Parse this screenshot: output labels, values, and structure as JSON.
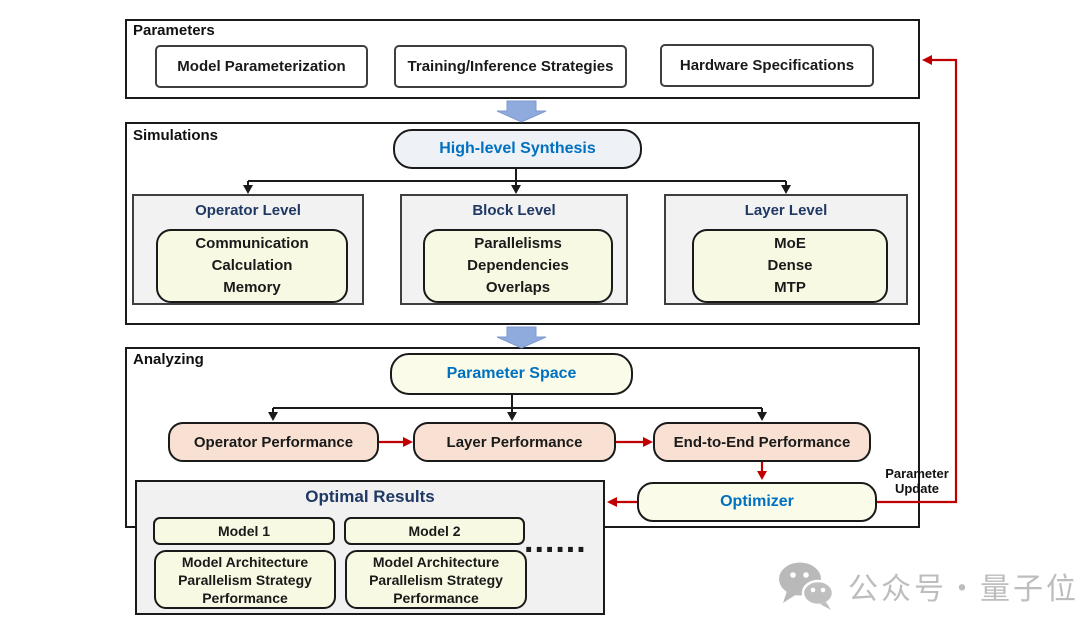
{
  "palette": {
    "accent_blue": "#0070C0",
    "navy_heading": "#1F3864",
    "arrow_red": "#C00000",
    "block_arrow_blue": "#8FAADC",
    "panel_gray": "#F2F2F2",
    "pale_yellow": "#F8F9E3",
    "pale_pink": "#F8E1D2",
    "synthesis_fill": "#EEF2F7",
    "watermark_gray": "#BDBDBD"
  },
  "parameters": {
    "title": "Parameters",
    "boxes": [
      "Model Parameterization",
      "Training/Inference Strategies",
      "Hardware Specifications"
    ]
  },
  "simulations": {
    "title": "Simulations",
    "synthesis_label": "High-level Synthesis",
    "levels": [
      {
        "title": "Operator Level",
        "items": [
          "Communication",
          "Calculation",
          "Memory"
        ]
      },
      {
        "title": "Block Level",
        "items": [
          "Parallelisms",
          "Dependencies",
          "Overlaps"
        ]
      },
      {
        "title": "Layer Level",
        "items": [
          "MoE",
          "Dense",
          "MTP"
        ]
      }
    ]
  },
  "analyzing": {
    "title": "Analyzing",
    "parameter_space_label": "Parameter Space",
    "performance_boxes": [
      "Operator Performance",
      "Layer Performance",
      "End-to-End Performance"
    ],
    "optimizer_label": "Optimizer",
    "parameter_update_lines": [
      "Parameter",
      "Update"
    ],
    "optimal_results": {
      "title": "Optimal Results",
      "model_headers": [
        "Model 1",
        "Model 2"
      ],
      "model_details": [
        [
          "Model Architecture",
          "Parallelism Strategy",
          "Performance"
        ],
        [
          "Model Architecture",
          "Parallelism Strategy",
          "Performance"
        ]
      ],
      "ellipsis": "......"
    }
  },
  "watermark": {
    "icon": "wechat-icon",
    "text": "公众号・量子位"
  }
}
